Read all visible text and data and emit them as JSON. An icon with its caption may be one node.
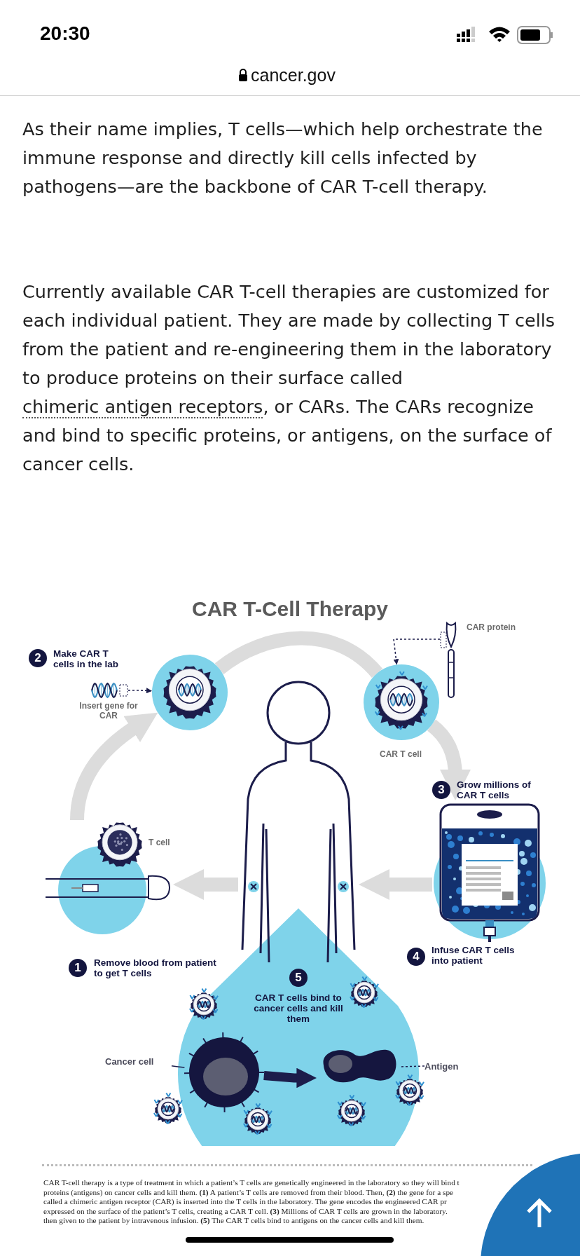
{
  "diagram": {
    "title": "CAR T-Cell Therapy",
    "nodes": [
      {
        "text": [
          "2"
        ],
        "beside": [
          "Make CAR T cells in the lab"
        ]
      },
      {
        "text": [],
        "shape": "picture",
        "beside": [
          "Insert gene for CAR"
        ]
      },
      {
        "text": [],
        "shape": "picture"
      },
      {
        "text": [],
        "shape": "picture",
        "beside": [
          "CAR protein"
        ]
      },
      {
        "text": [],
        "shape": "picture",
        "beside": [
          "CAR T cell"
        ]
      },
      {
        "text": [
          "3"
        ],
        "beside": [
          "Grow millions of CAR T cells"
        ]
      },
      {
        "text": [],
        "shape": "picture"
      },
      {
        "text": [],
        "shape": "picture",
        "beside": [
          "T cell"
        ]
      },
      {
        "text": [],
        "shape": "picture"
      },
      {
        "text": [
          "1"
        ],
        "beside": [
          "Remove blood from patient to get T cells"
        ]
      },
      {
        "text": [
          "4"
        ],
        "beside": [
          "Infuse CAR T cells into patient"
        ]
      },
      {
        "text": [
          "CAR T cells bind to cancer cells and kill them"
        ]
      },
      {
        "text": [
          "5"
        ],
        "in": 11
      },
      {
        "text": [
          "Cancer cell"
        ]
      },
      {
        "text": [],
        "shape": "picture",
        "in": 11
      },
      {
        "text": [],
        "shape": "picture",
        "in": 11
      },
      {
        "text": [
          "Antigen"
        ]
      }
    ],
    "edges": [
      {
        "from": 7,
        "to": 2,
        "arrow": "to",
        "color": "#dcdcdc"
      },
      {
        "from": 2,
        "to": 4,
        "arrow": "none",
        "color": "#dcdcdc"
      },
      {
        "from": 4,
        "to": 6,
        "arrow": "to",
        "color": "#dcdcdc"
      },
      {
        "from": 6,
        "to": 8,
        "arrow": "to",
        "color": "#dcdcdc"
      },
      {
        "from": 8,
        "to": 7,
        "arrow": "to",
        "color": "#dcdcdc"
      },
      {
        "from": 1,
        "to": 2,
        "arrow": "to",
        "style": "dashed",
        "color": "#1c1d4b"
      },
      {
        "from": 3,
        "to": 4,
        "arrow": "to",
        "style": "dashed",
        "color": "#1c1d4b"
      },
      {
        "from": 14,
        "to": 15,
        "arrow": "to",
        "color": "#1c1d4b"
      },
      {
        "from": 13,
        "to": 14,
        "arrow": "none",
        "color": "#1c1d4b"
      },
      {
        "from": 16,
        "to": 15,
        "arrow": "none",
        "style": "dashed",
        "color": "#1c1d4b"
      }
    ],
    "labels": [
      "20:30",
      "cancer.gov",
      "As their name implies, T cells—which help orchestrate the immune response and directly kill cells infected by pathogens—are the backbone of CAR T-cell therapy.",
      "Currently available CAR T-cell therapies are customized for each individual patient. They are made by collecting T cells from the patient and re-engineering them in the laboratory to produce proteins on their surface called",
      "chimeric antigen receptors",
      ", or CARs. The CARs recognize and bind to specific proteins, or antigens, on the surface of cancer cells.",
      "CAR T-cell therapy is a type of treatment in which a patient’s T cells are genetically engineered in the laboratory so they will bind t",
      "proteins (antigens) on cancer cells and kill them. **(1)** A patient’s T cells are removed from their blood. Then, **(2)** the gene for a spe",
      "called a chimeric antigen receptor (CAR) is inserted into the T cells in the laboratory. The gene encodes the engineered CAR pr",
      "expressed on the surface of the patient’s T cells, creating a CAR T cell. **(3)** Millions of CAR T cells are grown in the laboratory.",
      "then given to the patient by intravenous infusion. **(5)** The CAR T cells bind to antigens on the cancer cells and kill them."
    ]
  }
}
